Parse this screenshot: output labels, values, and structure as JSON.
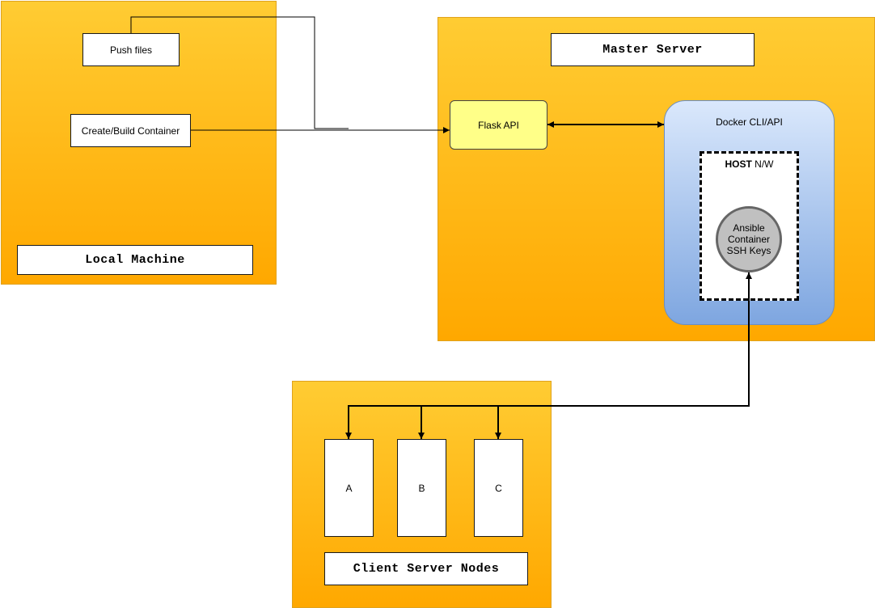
{
  "local_machine": {
    "title": "Local Machine",
    "push_files": "Push files",
    "create_build": "Create/Build Container"
  },
  "master_server": {
    "title": "Master Server",
    "flask_api": "Flask API",
    "docker": {
      "label": "Docker CLI/API",
      "host_bold": "HOST",
      "host_rest": " N/W",
      "ansible": "Ansible Container SSH Keys"
    }
  },
  "client_nodes": {
    "title": "Client Server Nodes",
    "nodes": [
      "A",
      "B",
      "C"
    ]
  },
  "colors": {
    "zone_top": "#ffcc33",
    "zone_bottom": "#ffa800",
    "flask_fill": "#ffff88",
    "docker_top": "#dae8fc",
    "docker_bottom": "#7ea6e0"
  }
}
